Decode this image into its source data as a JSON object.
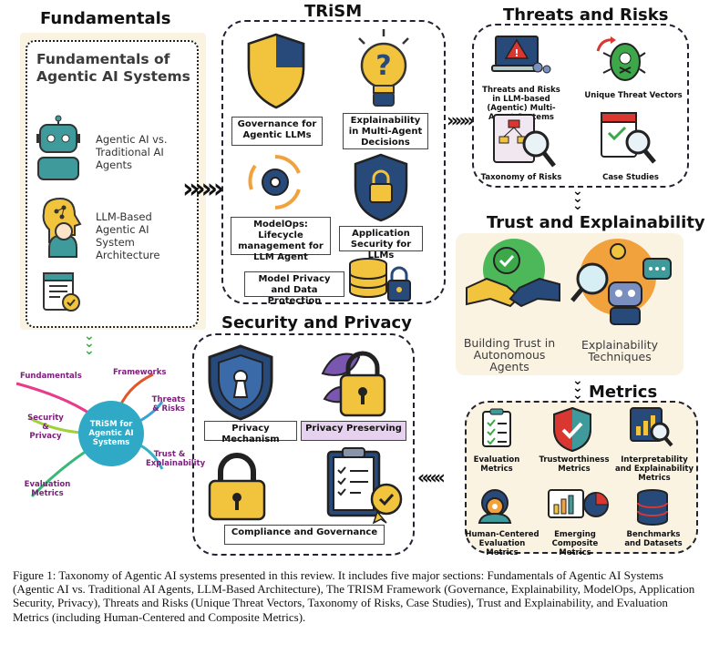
{
  "sections": {
    "fundamentals": {
      "heading": "Fundamentals",
      "inner_title": "Fundamentals of Agentic AI Systems",
      "items": [
        "Agentic AI vs. Traditional AI Agents",
        "LLM-Based Agentic AI System Architecture"
      ]
    },
    "trism": {
      "heading": "TRiSM",
      "items": [
        "Governance for Agentic LLMs",
        "Explainability in Multi-Agent Decisions",
        "ModelOps: Lifecycle management for LLM Agent",
        "Application Security for LLMs",
        "Model Privacy and Data Protection"
      ]
    },
    "threats": {
      "heading": "Threats and Risks",
      "items": [
        "Threats and Risks in LLM-based (Agentic) Multi-Agent Systems",
        "Unique Threat Vectors",
        "Taxonomy of Risks",
        "Case Studies"
      ]
    },
    "trust": {
      "heading": "Trust and Explainability",
      "items": [
        "Building Trust in Autonomous Agents",
        "Explainability Techniques"
      ]
    },
    "metrics": {
      "heading": "Metrics",
      "items": [
        "Evaluation Metrics",
        "Trustworthiness Metrics",
        "Interpretability and Explainability Metrics",
        "Human-Centered Evaluation Metrics",
        "Emerging Composite Metrics",
        "Benchmarks and Datasets"
      ]
    },
    "security": {
      "heading": "Security and Privacy",
      "items": [
        "Privacy Mechanism",
        "Privacy Preserving",
        "Compliance and Governance"
      ]
    }
  },
  "mindmap": {
    "center": "TRiSM for Agentic AI Systems",
    "branches": [
      "Fundamentals",
      "Frameworks",
      "Security & Privacy",
      "Threats & Risks",
      "Evaluation Metrics",
      "Trust & Explainability"
    ]
  },
  "arrows": {
    "right": "»»»",
    "down": "⌄",
    "left": "«««"
  },
  "caption": "Figure 1: Taxonomy of Agentic AI systems presented in this review. It includes five major sections: Fundamentals of Agentic AI Systems (Agentic AI vs. Traditional AI Agents, LLM-Based Architecture), The TRISM Framework (Governance, Explainability, ModelOps, Application Security, Privacy), Threats and Risks (Unique Threat Vectors, Taxonomy of Risks, Case Studies), Trust and Explainability, and Evaluation Metrics (including Human-Centered and Composite Metrics).",
  "colors": {
    "cream": "#fbf3e2",
    "teal": "#3f9a9c",
    "yellow": "#f2c43d",
    "navy": "#274a7a",
    "green": "#3ca84a",
    "purple": "#7b1f7a"
  }
}
